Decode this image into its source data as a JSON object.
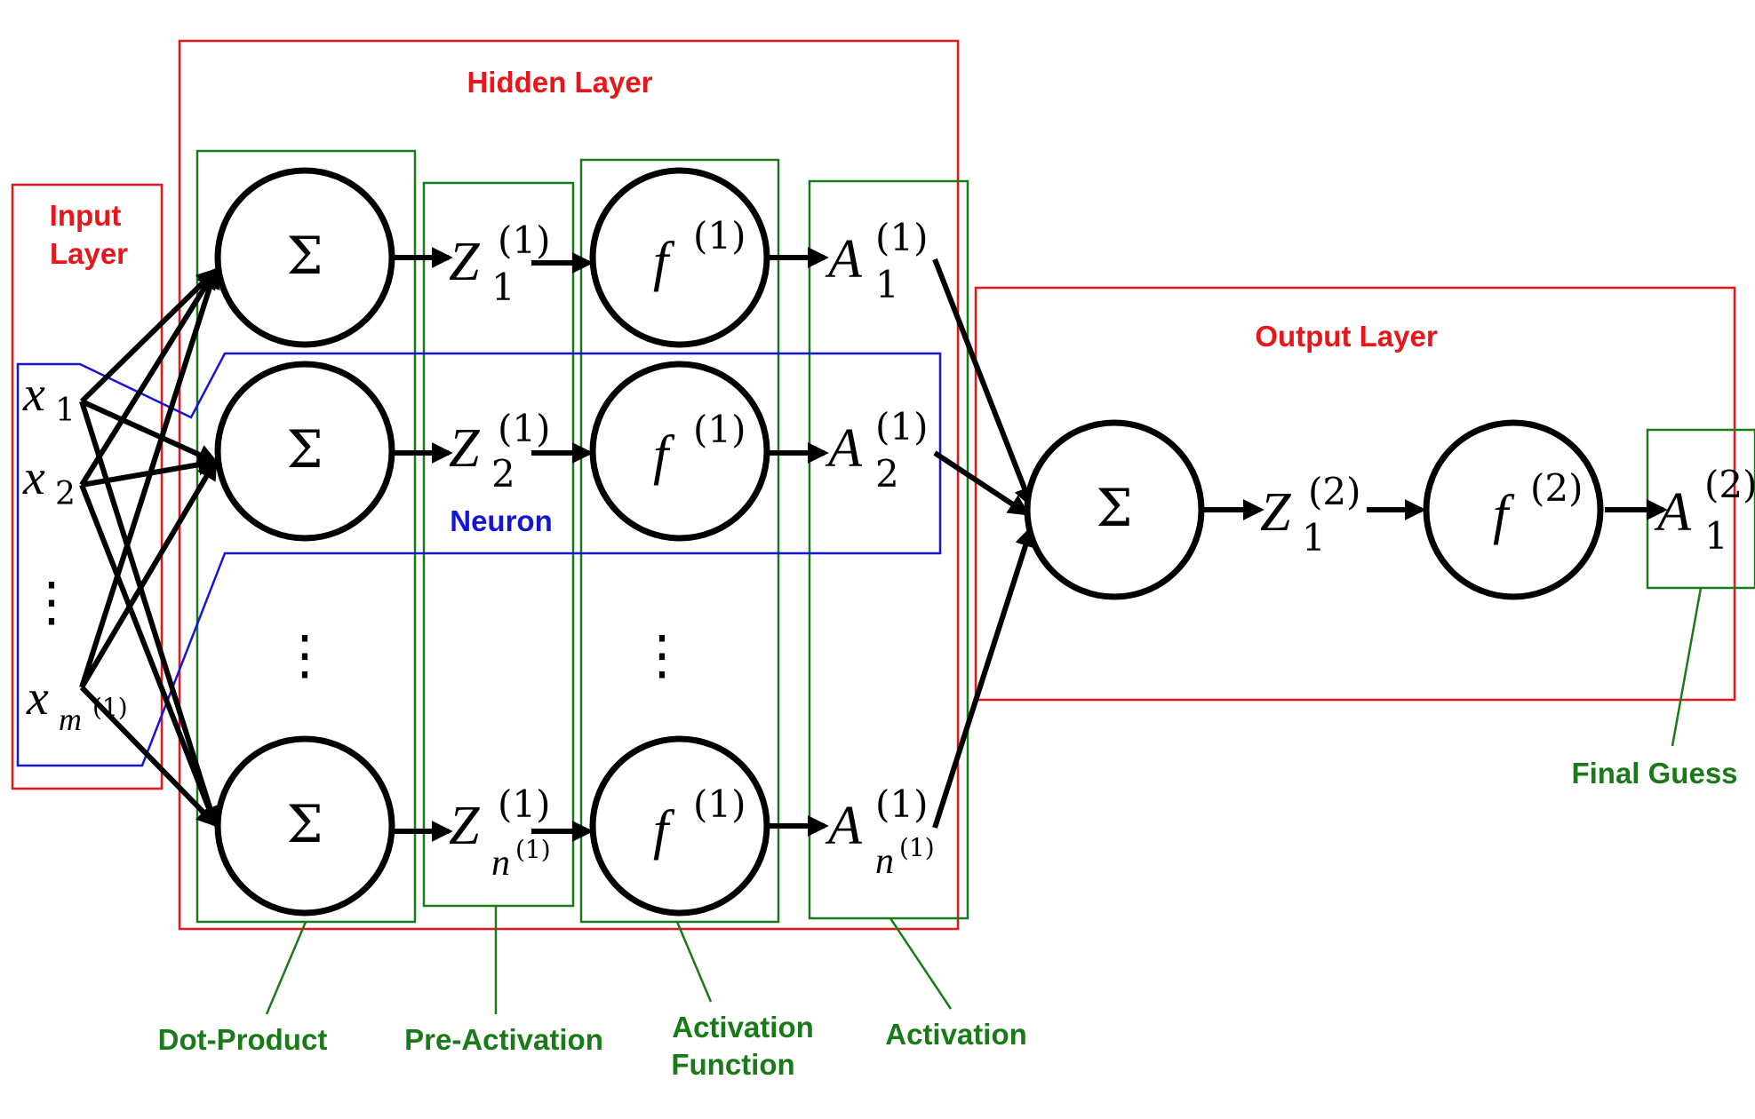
{
  "colors": {
    "layer": "#e8161b",
    "component": "#1a7a1a",
    "neuron": "#1515d8",
    "ink": "#000000"
  },
  "layers": {
    "input_line1": "Input",
    "input_line2": "Layer",
    "hidden": "Hidden Layer",
    "output": "Output Layer"
  },
  "neuron_label": "Neuron",
  "components": {
    "dot_product": "Dot-Product",
    "pre_activation": "Pre-Activation",
    "activation_function_line1": "Activation",
    "activation_function_line2": "Function",
    "activation": "Activation",
    "final_guess": "Final Guess"
  },
  "symbols": {
    "sum": "Σ",
    "f": "f",
    "Z": "Z",
    "A": "A",
    "x": "x",
    "layer1": "(1)",
    "layer2": "(2)",
    "sub1": "1",
    "sub2": "2",
    "sub_n": "n",
    "sub_m": "m",
    "vdots": "⋮"
  }
}
